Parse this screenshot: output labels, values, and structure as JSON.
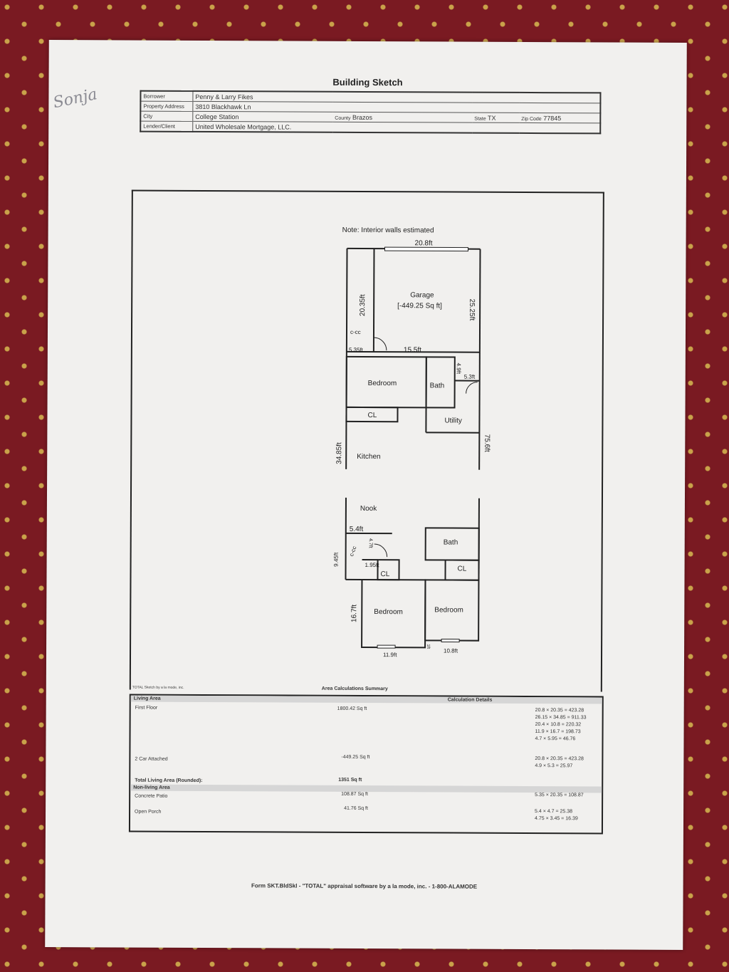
{
  "signature": "Sonja",
  "title": "Building Sketch",
  "header": {
    "borrower_label": "Borrower",
    "borrower": "Penny & Larry Fikes",
    "address_label": "Property Address",
    "address": "3810 Blackhawk Ln",
    "city_label": "City",
    "city": "College Station",
    "county_label": "County",
    "county": "Brazos",
    "state_label": "State",
    "state": "TX",
    "zip_label": "Zip Code",
    "zip": "77845",
    "lender_label": "Lender/Client",
    "lender": "United Wholesale Mortgage, LLC."
  },
  "sketch": {
    "note": "Note: Interior walls estimated",
    "rooms": {
      "garage": "Garage",
      "garage_area": "[-449.25 Sq ft]",
      "bedroom1": "Bedroom",
      "bath1": "Bath",
      "cl1": "CL",
      "utility": "Utility",
      "kitchen": "Kitchen",
      "nook": "Nook",
      "bath2": "Bath",
      "cl2": "CL",
      "cl3": "CL",
      "bedroom2": "Bedroom",
      "bedroom3": "Bedroom",
      "cc1": "c-cc",
      "cc2": "c-cc"
    },
    "dims": {
      "top": "20.8ft",
      "left_strip": "20.35ft",
      "right_garage": "25.25ft",
      "d535": "5.35ft",
      "d155": "15.5ft",
      "d49": "4.9ft",
      "d53": "5.3ft",
      "d3485": "34.85ft",
      "d756": "75.6ft",
      "d54": "5.4ft",
      "d47": "4.7ft",
      "d945": "9.45ft",
      "d195": "1.95ft",
      "d167": "16.7ft",
      "d119": "11.9ft",
      "d108": "10.8ft",
      "d1": "1ft"
    }
  },
  "summary": {
    "credit": "TOTAL Sketch by a la mode, inc.",
    "title": "Area Calculations Summary",
    "living_area": "Living Area",
    "calc_details": "Calculation Details",
    "first_floor": "First Floor",
    "first_floor_area": "1800.42 Sq ft",
    "first_floor_calcs": [
      "20.8 × 20.35  =  423.28",
      "26.15 × 34.85 = 911.33",
      "20.4 × 10.8  =  220.32",
      "11.9 × 16.7  =  198.73",
      "4.7 × 5.95  =  46.76"
    ],
    "garage": "2 Car Attached",
    "garage_area": "-449.25 Sq ft",
    "garage_calcs": [
      "20.8 × 20.35  =  423.28",
      "4.9 × 5.3  =  25.97"
    ],
    "total_label": "Total Living Area (Rounded):",
    "total": "1351 Sq ft",
    "non_living": "Non-living Area",
    "patio": "Concrete Patio",
    "patio_area": "108.87 Sq ft",
    "patio_calcs": [
      "5.35 × 20.35  =  108.87"
    ],
    "porch": "Open Porch",
    "porch_area": "41.76 Sq ft",
    "porch_calcs": [
      "5.4 × 4.7  =  25.38",
      "4.75 × 3.45  =  16.39"
    ]
  },
  "footer": "Form SKT.BldSkl - \"TOTAL\" appraisal software by a la mode, inc. - 1-800-ALAMODE"
}
